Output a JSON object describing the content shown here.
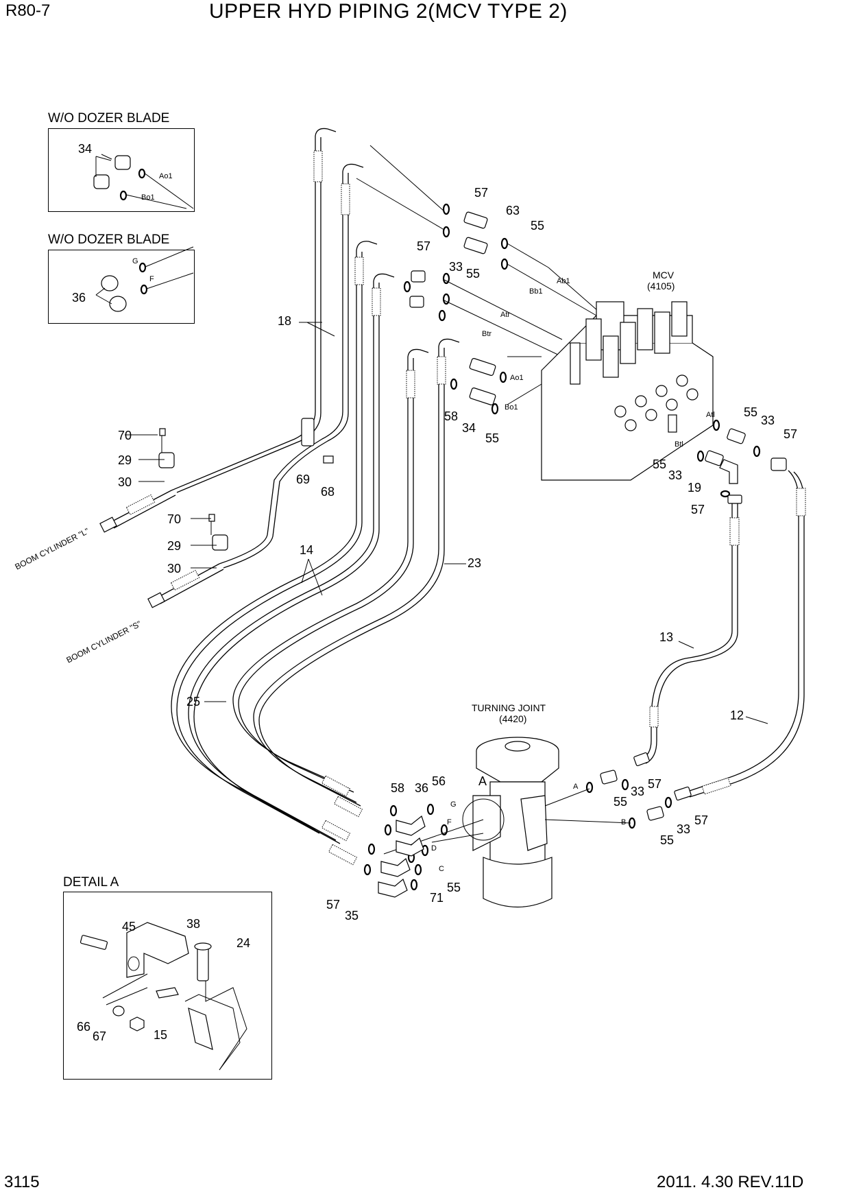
{
  "header": {
    "model": "R80-7",
    "title": "UPPER HYD PIPING 2(MCV TYPE 2)"
  },
  "footer": {
    "page": "3115",
    "revision": "2011. 4.30  REV.11D"
  },
  "insets": {
    "dozer1": {
      "title": "W/O DOZER BLADE",
      "ports": [
        "Ao1",
        "Bo1"
      ],
      "part": "34"
    },
    "dozer2": {
      "title": "W/O DOZER BLADE",
      "ports": [
        "G",
        "F"
      ],
      "part": "36"
    },
    "detail": {
      "title": "DETAIL A",
      "parts": [
        "45",
        "38",
        "24",
        "66",
        "67",
        "15"
      ]
    }
  },
  "components": {
    "mcv": {
      "name": "MCV",
      "code": "(4105)"
    },
    "turning_joint": {
      "name": "TURNING JOINT",
      "code": "(4420)"
    },
    "view_marker": "A"
  },
  "cylinders": {
    "left": "BOOM CYLINDER \"L\"",
    "right": "BOOM CYLINDER \"S\""
  },
  "ports": {
    "ab1": "Ab1",
    "bb1": "Bb1",
    "atr": "Atr",
    "btr": "Btr",
    "ao1": "Ao1",
    "bo1": "Bo1",
    "atl": "Atl",
    "btl": "Btl",
    "tj_a": "A",
    "tj_b": "B",
    "tj_c": "C",
    "tj_d": "D",
    "tj_f": "F",
    "tj_g": "G"
  },
  "callouts": {
    "c57a": "57",
    "c63": "63",
    "c55a": "55",
    "c57b": "57",
    "c33a": "33",
    "c55b": "55",
    "c18": "18",
    "c58a": "58",
    "c34": "34",
    "c55c": "55",
    "c55d": "55",
    "c33b": "33",
    "c57c": "57",
    "c55e": "55",
    "c33c": "33",
    "c19": "19",
    "c57d": "57",
    "c70a": "70",
    "c29a": "29",
    "c30a": "30",
    "c69": "69",
    "c68": "68",
    "c70b": "70",
    "c29b": "29",
    "c30b": "30",
    "c14": "14",
    "c23": "23",
    "c13": "13",
    "c25": "25",
    "c12": "12",
    "c58b": "58",
    "c36": "36",
    "c56": "56",
    "c33d": "33",
    "c57e": "57",
    "c55f": "55",
    "c33e": "33",
    "c57f": "57",
    "c55g": "55",
    "c57g": "57",
    "c35": "35",
    "c71": "71",
    "c55h": "55"
  }
}
